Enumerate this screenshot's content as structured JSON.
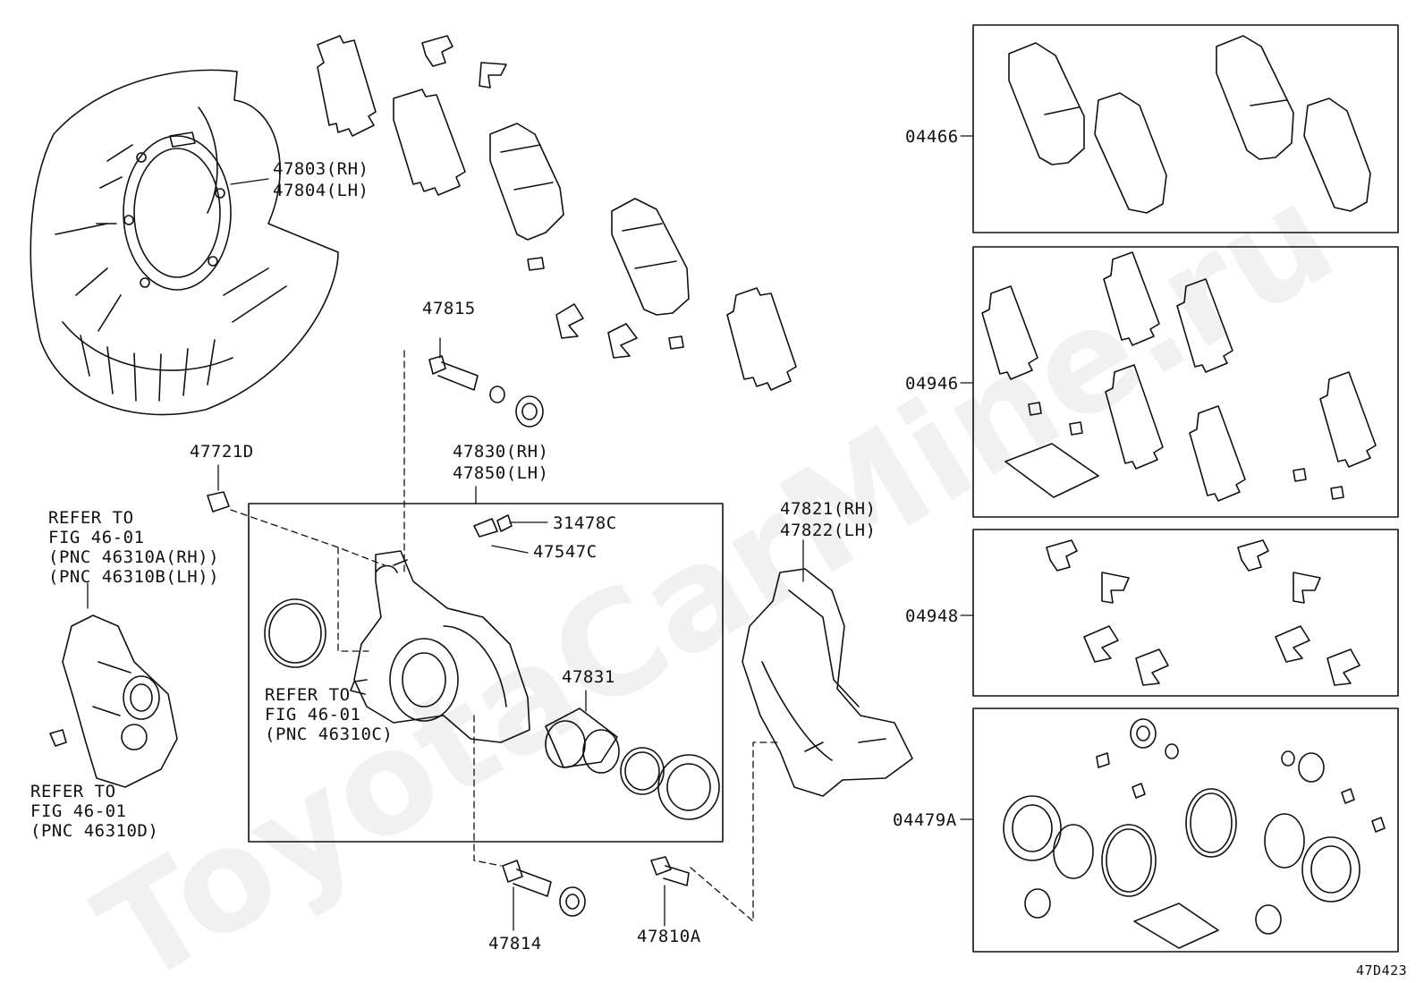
{
  "watermark": "ToyotaCarMine.ru",
  "diagram_code": "47D423",
  "parts": {
    "p47803": "47803(RH)",
    "p47804": "47804(LH)",
    "p47815": "47815",
    "p47721D": "47721D",
    "p47830": "47830(RH)",
    "p47850": "47850(LH)",
    "p31478C": "31478C",
    "p47547C": "47547C",
    "p47821": "47821(RH)",
    "p47822": "47822(LH)",
    "p47831": "47831",
    "p47814": "47814",
    "p47810A": "47810A",
    "p04466": "04466",
    "p04946": "04946",
    "p04948": "04948",
    "p04479A": "04479A"
  },
  "refs": {
    "ref1": [
      "REFER TO",
      "FIG 46-01",
      "(PNC 46310A(RH))",
      "(PNC 46310B(LH))"
    ],
    "ref2": [
      "REFER TO",
      "FIG 46-01",
      "(PNC 46310C)"
    ],
    "ref3": [
      "REFER TO",
      "FIG 46-01",
      "(PNC 46310D)"
    ]
  }
}
